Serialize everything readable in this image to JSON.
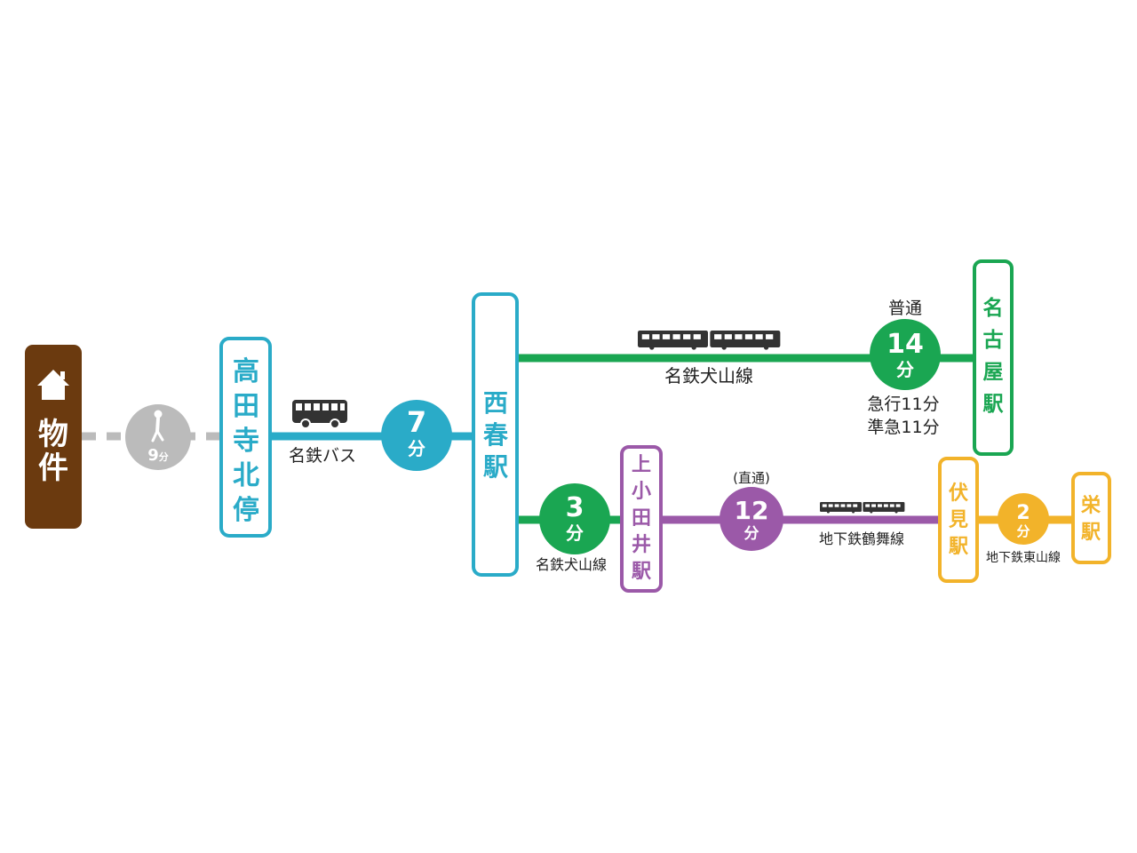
{
  "origin": {
    "label": "物件",
    "icon": "house-icon"
  },
  "walk": {
    "minutes": "9",
    "unit": "分",
    "icon": "walking-person-icon"
  },
  "stations": {
    "takada": "高田寺北停",
    "nishiharu": "西春駅",
    "kamiotai": "上小田井駅",
    "fushimi": "伏見駅",
    "sakae": "栄駅",
    "nagoya": "名古屋駅"
  },
  "segments": {
    "bus": {
      "line": "名鉄バス",
      "minutes": "7",
      "unit": "分",
      "icon": "bus-icon"
    },
    "inuyama_nagoya": {
      "line": "名鉄犬山線",
      "minutes": "14",
      "unit": "分",
      "label_top": "普通",
      "note1": "急行11分",
      "note2": "準急11分",
      "icon": "train-icon"
    },
    "inuyama_kamiotai": {
      "line": "名鉄犬山線",
      "minutes": "3",
      "unit": "分"
    },
    "tsurumai": {
      "line": "地下鉄鶴舞線",
      "minutes": "12",
      "unit": "分",
      "label_top": "(直通)",
      "icon": "train-icon"
    },
    "higashiyama": {
      "line": "地下鉄東山線",
      "minutes": "2",
      "unit": "分"
    }
  },
  "colors": {
    "origin": "#6b3a0f",
    "walk": "#bbbbbb",
    "bus": "#2aabc8",
    "meitetsu": "#1aa652",
    "tsurumai": "#9b59a8",
    "higashiyama": "#f2b32a",
    "vehicle": "#333333",
    "text": "#222222"
  }
}
